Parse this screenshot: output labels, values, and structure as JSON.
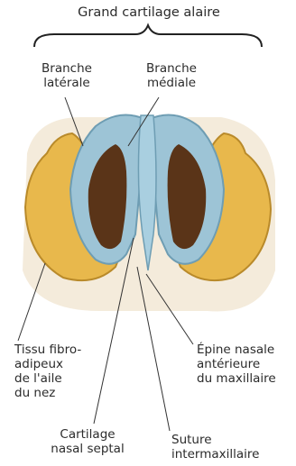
{
  "labels": {
    "title": "Grand cartilage alaire",
    "lateral_branch": "Branche\nlatérale",
    "medial_branch": "Branche\nmédiale",
    "fibro_tissue": "Tissu fibro-\nadipeux\nde l'aile\ndu nez",
    "nasal_spine": "Épine nasale\nantérieure\ndu maxillaire",
    "septal_cartilage": "Cartilage\nnasal septal",
    "intermaxillary_suture": "Suture\nintermaxillaire"
  },
  "colors": {
    "cartilage": "#9dc4d6",
    "cartilage_edge": "#6e9db3",
    "fat_tissue": "#e8b84c",
    "fat_edge": "#b98a2a",
    "nostril": "#5a3418",
    "skin": "#e9d7bd",
    "leader_line": "#333333"
  }
}
